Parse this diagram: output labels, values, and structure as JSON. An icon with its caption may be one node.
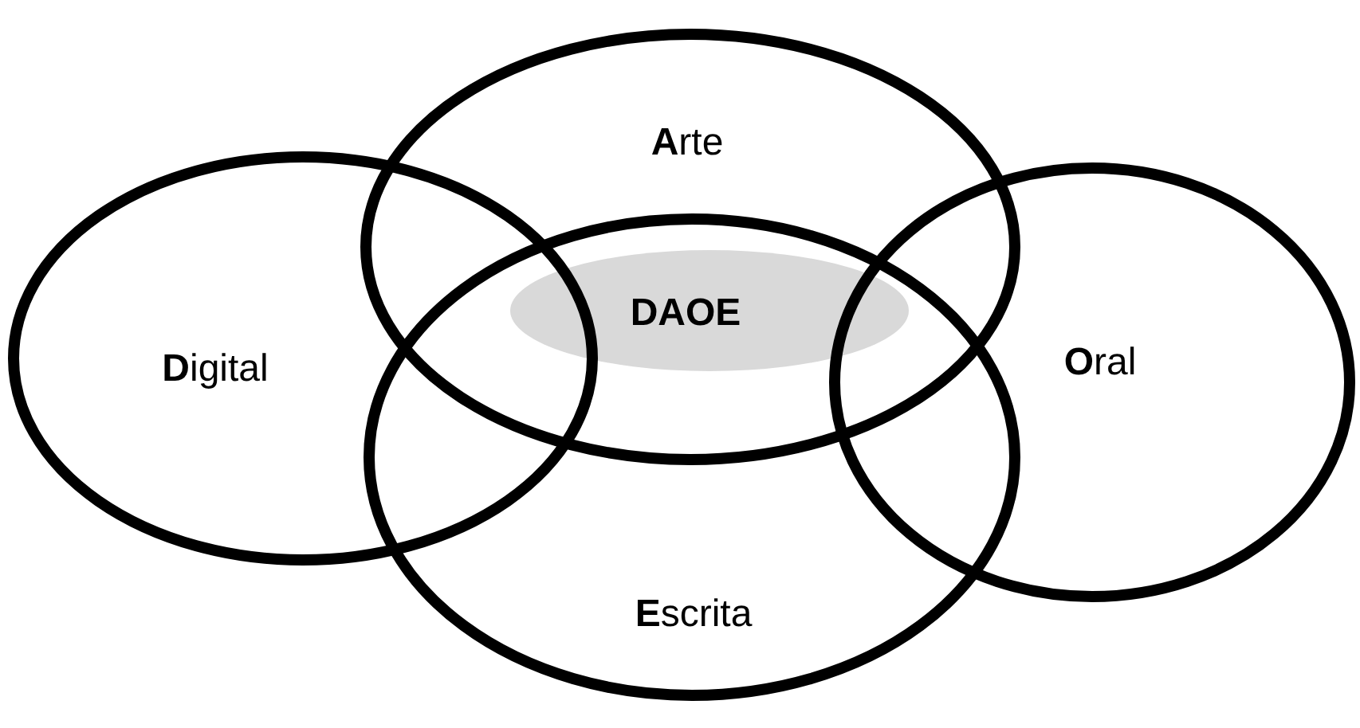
{
  "diagram": {
    "nodes": [
      {
        "text": [
          "**A**rte"
        ]
      },
      {
        "text": [
          "**D**igital"
        ]
      },
      {
        "text": [
          "DAOE"
        ]
      },
      {
        "text": [
          "**O**ral"
        ]
      },
      {
        "text": [
          "**E**scrita"
        ]
      }
    ]
  }
}
